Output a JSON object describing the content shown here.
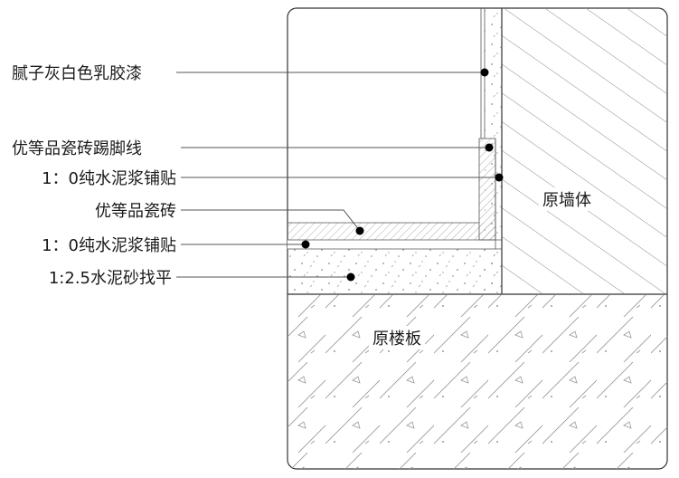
{
  "labels": {
    "putty_paint": "腻子灰白色乳胶漆",
    "baseboard": "优等品瓷砖踢脚线",
    "mortar_wall": "1：0纯水泥浆铺贴",
    "floor_tile": "优等品瓷砖",
    "mortar_floor": "1：0纯水泥浆铺贴",
    "screed": "1:2.5水泥砂找平",
    "wall": "原墙体",
    "slab": "原楼板"
  },
  "colors": {
    "line": "#333333",
    "hatch": "#8a8a8a",
    "text": "#1a1a1a",
    "background": "#ffffff"
  }
}
